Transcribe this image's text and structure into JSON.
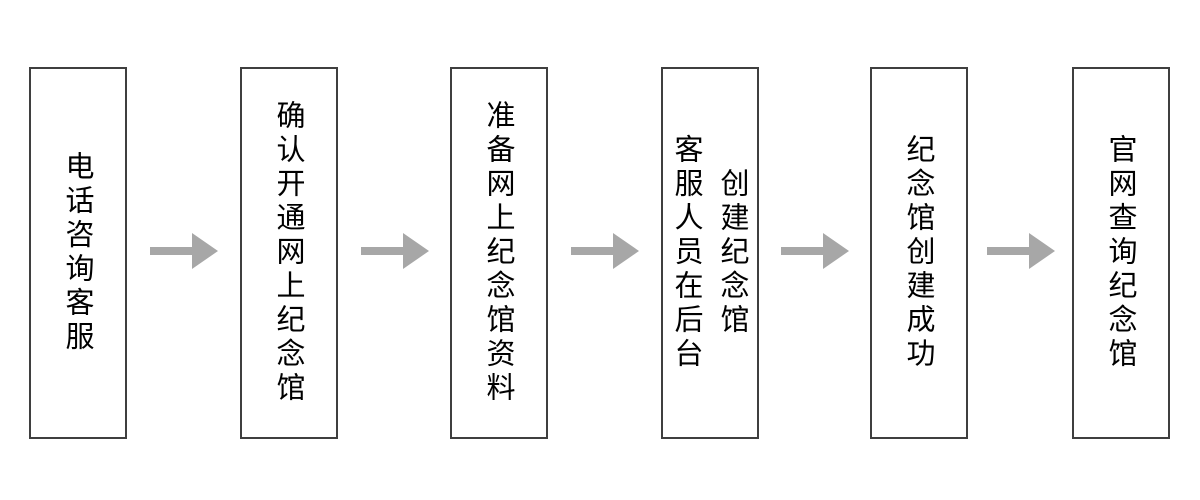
{
  "diagram": {
    "type": "flowchart",
    "direction": "left-to-right",
    "background_color": "#ffffff",
    "box_border_color": "#3f3f3f",
    "text_color": "#000000",
    "arrow_color": "#a7a7a7",
    "steps": [
      {
        "index": 1,
        "label": "电话咨询客服"
      },
      {
        "index": 2,
        "label": "确认开通网上纪念馆"
      },
      {
        "index": 3,
        "label": "准备网上纪念馆资料"
      },
      {
        "index": 4,
        "label": "客服人员在后台\n创建纪念馆"
      },
      {
        "index": 5,
        "label": "纪念馆创建成功"
      },
      {
        "index": 6,
        "label": "官网查询纪念馆"
      }
    ],
    "arrow_count": 5
  }
}
